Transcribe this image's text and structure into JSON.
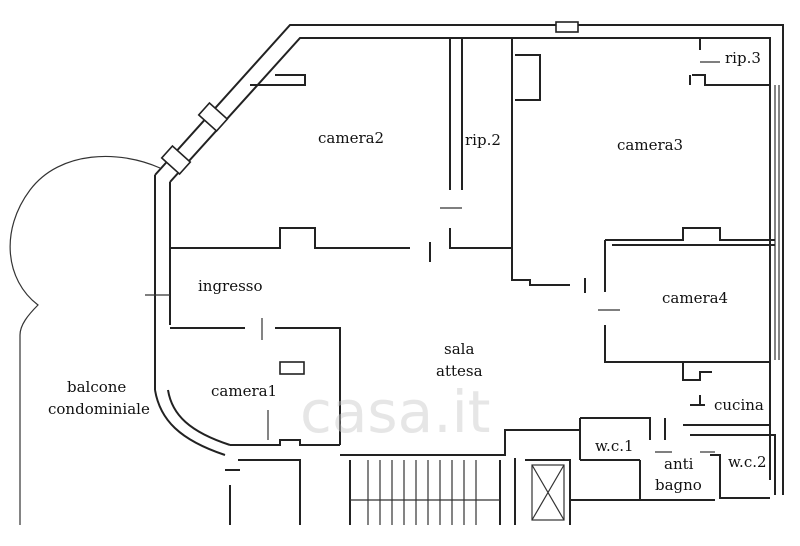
{
  "plan": {
    "rooms": {
      "camera2": "camera2",
      "rip2": "rip.2",
      "rip3": "rip.3",
      "camera3": "camera3",
      "ingresso": "ingresso",
      "camera4": "camera4",
      "sala_line1": "sala",
      "sala_line2": "attesa",
      "balcone_line1": "balcone",
      "balcone_line2": "condominiale",
      "camera1": "camera1",
      "cucina": "cucina",
      "wc1": "w.c.1",
      "anti_line1": "anti",
      "anti_line2": "bagno",
      "wc2": "w.c.2"
    },
    "watermark": "casa.it",
    "colors": {
      "wall": "#222222",
      "background": "#ffffff",
      "watermark": "#c8c8c8"
    }
  }
}
